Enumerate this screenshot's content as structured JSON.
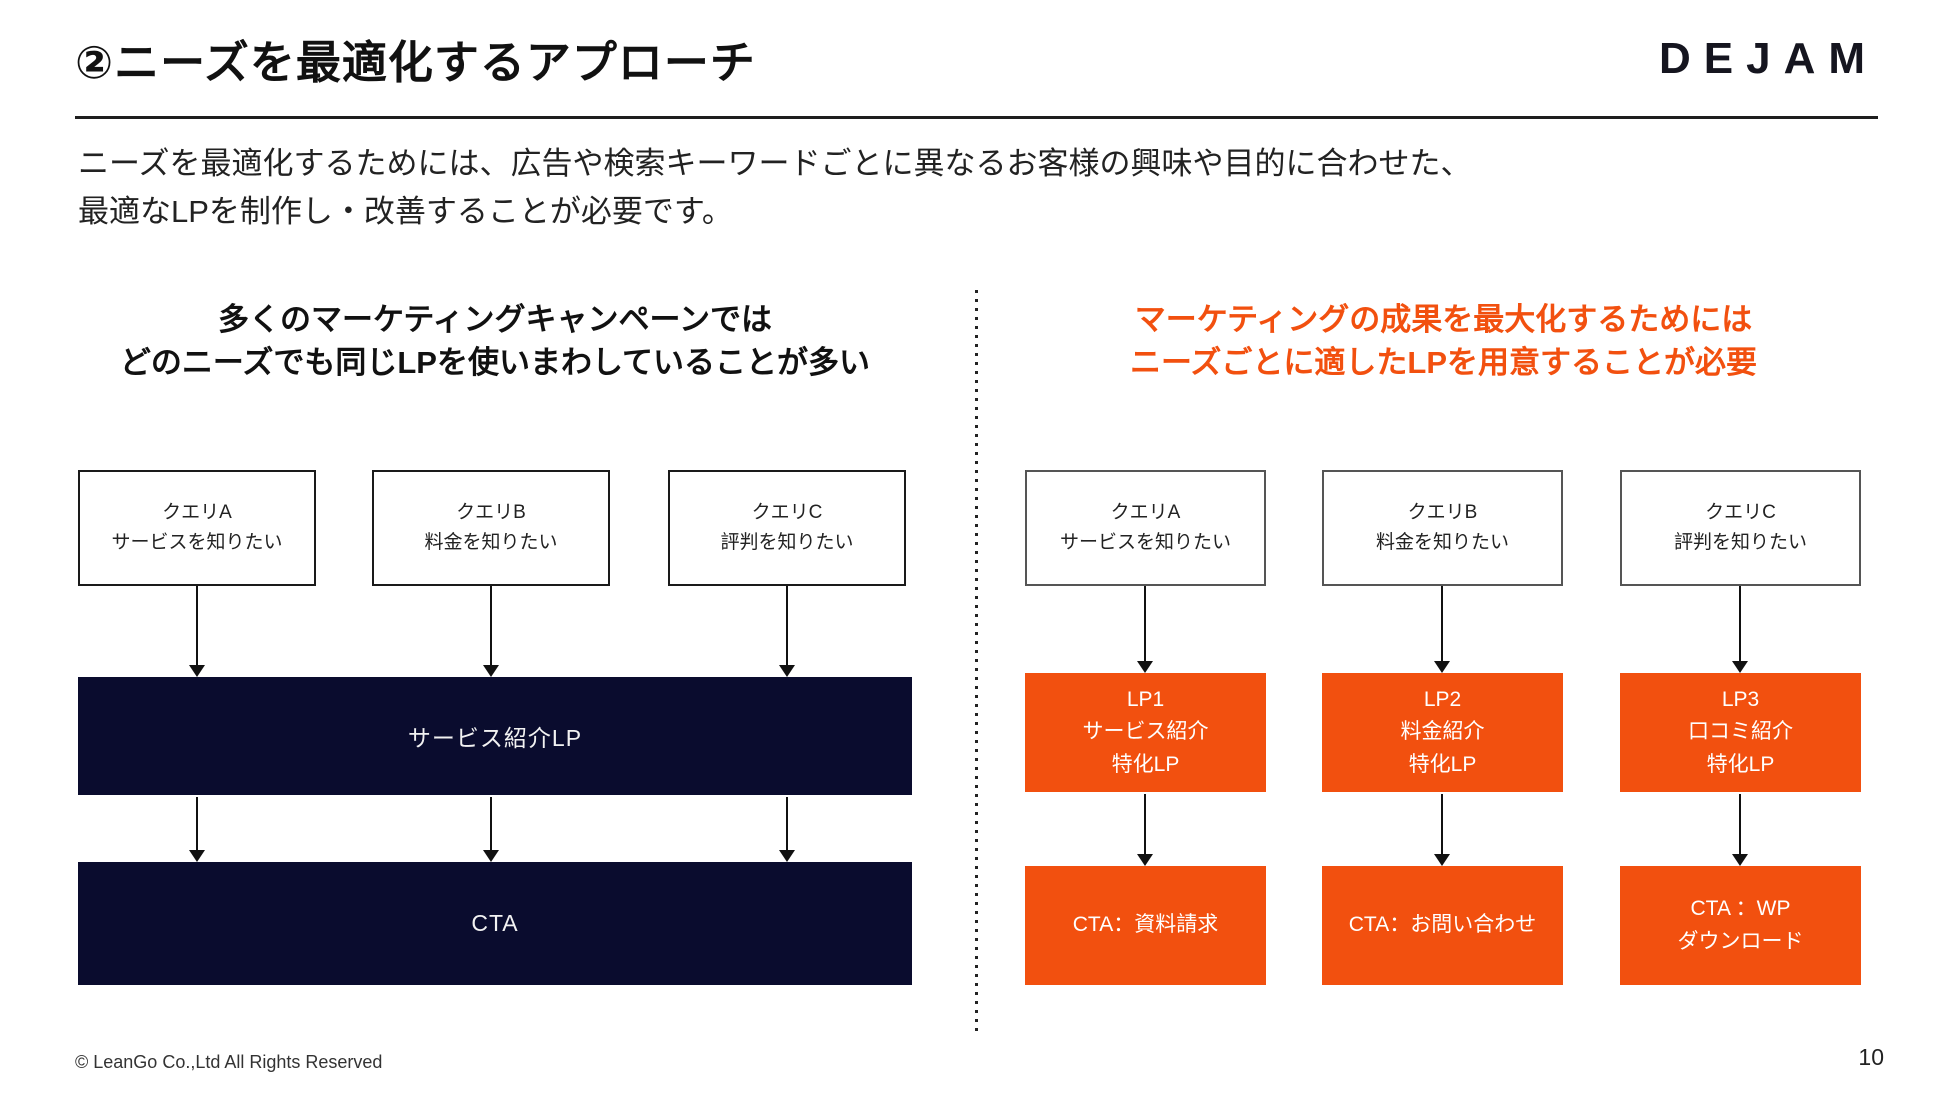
{
  "slide": {
    "title": "②ニーズを最適化するアプローチ",
    "logo": "DEJAM",
    "intro_line1": "ニーズを最適化するためには、広告や検索キーワードごとに異なるお客様の興味や目的に合わせた、",
    "intro_line2": "最適なLPを制作し・改善することが必要です。",
    "footer": "© LeanGo Co.,Ltd All Rights Reserved",
    "page_number": "10"
  },
  "colors": {
    "navy": "#0a0c2e",
    "orange": "#f2500f"
  },
  "left_panel": {
    "heading_line1": "多くのマーケティングキャンペーンでは",
    "heading_line2": "どのニーズでも同じLPを使いまわしていることが多い",
    "queries": [
      {
        "line1": "クエリA",
        "line2": "サービスを知りたい"
      },
      {
        "line1": "クエリB",
        "line2": "料金を知りたい"
      },
      {
        "line1": "クエリC",
        "line2": "評判を知りたい"
      }
    ],
    "lp_bar": "サービス紹介LP",
    "cta_bar": "CTA"
  },
  "right_panel": {
    "heading_line1": "マーケティングの成果を最大化するためには",
    "heading_line2": "ニーズごとに適したLPを用意することが必要",
    "queries": [
      {
        "line1": "クエリA",
        "line2": "サービスを知りたい"
      },
      {
        "line1": "クエリB",
        "line2": "料金を知りたい"
      },
      {
        "line1": "クエリC",
        "line2": "評判を知りたい"
      }
    ],
    "lps": [
      {
        "line1": "LP1",
        "line2": "サービス紹介",
        "line3": "特化LP"
      },
      {
        "line1": "LP2",
        "line2": "料金紹介",
        "line3": "特化LP"
      },
      {
        "line1": "LP3",
        "line2": "口コミ紹介",
        "line3": "特化LP"
      }
    ],
    "ctas": [
      {
        "line1": "CTA：資料請求",
        "line2": ""
      },
      {
        "line1": "CTA：お問い合わせ",
        "line2": ""
      },
      {
        "line1": "CTA ：WP",
        "line2": "ダウンロード"
      }
    ]
  }
}
